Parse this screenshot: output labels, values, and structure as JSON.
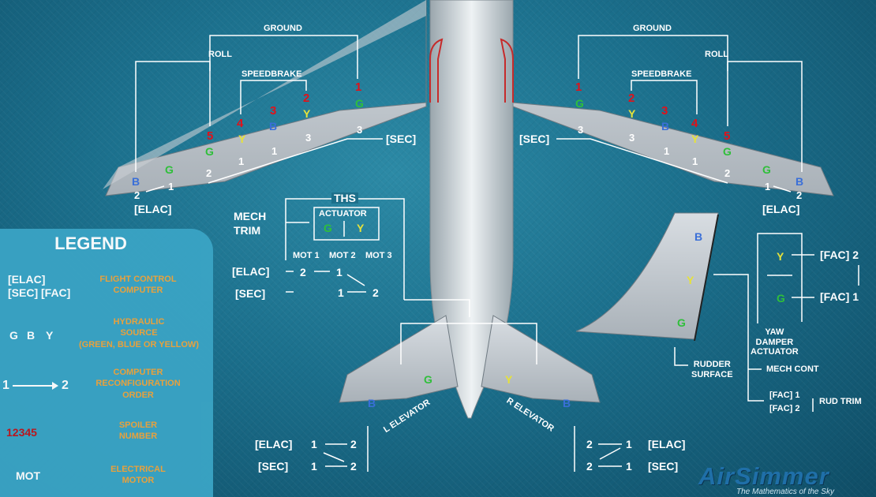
{
  "left_wing": {
    "ground": "GROUND",
    "roll": "ROLL",
    "speedbrake": "SPEEDBRAKE",
    "spoilers": [
      "1",
      "2",
      "3",
      "4",
      "5"
    ],
    "hyd": {
      "g1": "G",
      "y2": "Y",
      "b3": "B",
      "y4": "Y",
      "g5": "G",
      "b_ail": "B",
      "g_ail": "G"
    },
    "sec_nums": [
      "3",
      "3",
      "1",
      "1",
      "2"
    ],
    "sec": "[SEC]",
    "elac": "[ELAC]",
    "elac_nums": [
      "2",
      "1"
    ]
  },
  "right_wing": {
    "ground": "GROUND",
    "roll": "ROLL",
    "speedbrake": "SPEEDBRAKE",
    "spoilers": [
      "1",
      "2",
      "3",
      "4",
      "5"
    ],
    "hyd": {
      "g1": "G",
      "y2": "Y",
      "b3": "B",
      "y4": "Y",
      "g5": "G",
      "g_ail": "G",
      "b_ail": "B"
    },
    "sec_nums": [
      "3",
      "3",
      "1",
      "1",
      "2"
    ],
    "sec": "[SEC]",
    "elac": "[ELAC]",
    "elac_nums": [
      "1",
      "2"
    ]
  },
  "ths": {
    "title": "THS",
    "actuator": "ACTUATOR",
    "hyd_g": "G",
    "hyd_y": "Y",
    "mech_trim": "MECH\nTRIM",
    "mot1": "MOT 1",
    "mot2": "MOT 2",
    "mot3": "MOT 3",
    "elac": "[ELAC]",
    "sec": "[SEC]",
    "elac_nums": [
      "2",
      "1"
    ],
    "sec_nums": [
      "1",
      "2"
    ]
  },
  "rudder": {
    "hyd": [
      "B",
      "Y",
      "G"
    ],
    "fac2": "[FAC] 2",
    "fac1": "[FAC] 1",
    "yaw_y": "Y",
    "yaw_g": "G",
    "yaw_damper": "YAW\nDAMPER\nACTUATOR",
    "rudder_surface": "RUDDER\nSURFACE",
    "mech_cont": "MECH CONT",
    "trim_fac1": "[FAC] 1",
    "trim_fac2": "[FAC] 2",
    "rud_trim": "RUD TRIM"
  },
  "elevators": {
    "left_label": "L ELEVATOR",
    "right_label": "R ELEVATOR",
    "left_hyd": [
      "G",
      "B"
    ],
    "right_hyd": [
      "Y",
      "B"
    ],
    "left_elac": "[ELAC]",
    "left_sec": "[SEC]",
    "right_elac": "[ELAC]",
    "right_sec": "[SEC]",
    "left_elac_nums": [
      "1",
      "2"
    ],
    "left_sec_nums": [
      "1",
      "2"
    ],
    "right_elac_nums": [
      "2",
      "1"
    ],
    "right_sec_nums": [
      "2",
      "1"
    ]
  },
  "legend": {
    "title": "LEGEND",
    "computers_key": "[ELAC]\n[SEC] [FAC]",
    "computers_desc": "FLIGHT CONTROL\nCOMPUTER",
    "hyd_g": "G",
    "hyd_b": "B",
    "hyd_y": "Y",
    "hyd_desc": "HYDRAULIC\nSOURCE\n(GREEN, BLUE OR YELLOW)",
    "reconf_from": "1",
    "reconf_to": "2",
    "reconf_desc": "COMPUTER\nRECONFIGURATION\nORDER",
    "spoiler_key": "12345",
    "spoiler_desc": "SPOILER\nNUMBER",
    "mot_key": "MOT",
    "mot_desc": "ELECTRICAL\nMOTOR"
  },
  "watermark": {
    "brand": "AirSimmer",
    "tagline": "The Mathematics of the Sky"
  },
  "colors": {
    "green": "#2fbf3a",
    "blue": "#3a6fd8",
    "yellow": "#e6e23a",
    "red": "#e0121a",
    "legend_text": "#f1a43a"
  }
}
